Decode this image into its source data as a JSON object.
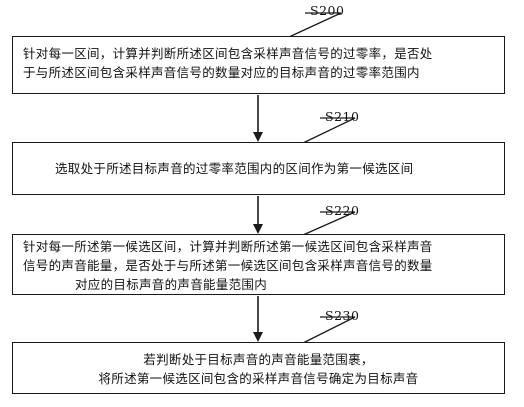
{
  "steps": [
    {
      "label": "S200",
      "lines": [
        "针对每一区间，计算并判断所述区间包含采样声音信号的过零率，是否处",
        "于与所述区间包含采样声音信号的数量对应的目标声音的过零率范围内"
      ]
    },
    {
      "label": "S210",
      "lines": [
        "选取处于所述目标声音的过零率范围内的区间作为第一候选区间"
      ]
    },
    {
      "label": "S220",
      "lines": [
        "针对每一所述第一候选区间，计算并判断所述第一候选区间包含采样声音",
        "信号的声音能量，是否处于与所述第一候选区间包含采样声音信号的数量",
        "对应的目标声音的声音能量范围内"
      ]
    },
    {
      "label": "S230",
      "lines": [
        "若判断处于目标声音的声音能量范围裹，",
        "将所述第一候选区间包含的采样声音信号确定为目标声音"
      ]
    }
  ]
}
